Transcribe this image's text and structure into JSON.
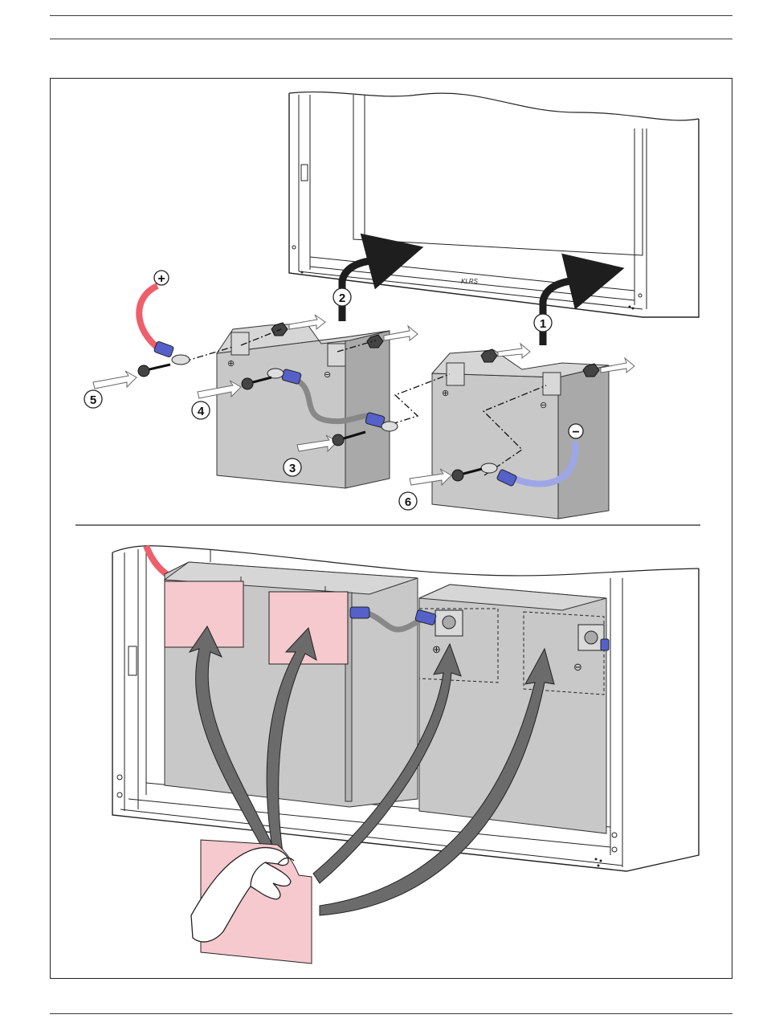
{
  "header": {
    "lines": 2
  },
  "steps": [
    "1",
    "2",
    "3",
    "4",
    "5",
    "6"
  ],
  "terminals": {
    "positive": "+",
    "negative": "−"
  },
  "panel_label": "KLRS",
  "colors": {
    "battery": "#c8c8c8",
    "battery_shadow": "#a9a9a9",
    "positive_cable": "#ee5f6b",
    "negative_cable": "#9ea6e8",
    "cable_sleeve": "#5560c9",
    "bridge_cable": "#888888",
    "protective_sheet": "#f6c9cf",
    "strap": "#1e1e1e",
    "arrow": "#6b6b6b"
  },
  "icons": [
    "hand-icon",
    "screw-icon",
    "nut-icon",
    "cable-lug-icon",
    "curved-arrow-icon",
    "insertion-arrow-icon"
  ]
}
